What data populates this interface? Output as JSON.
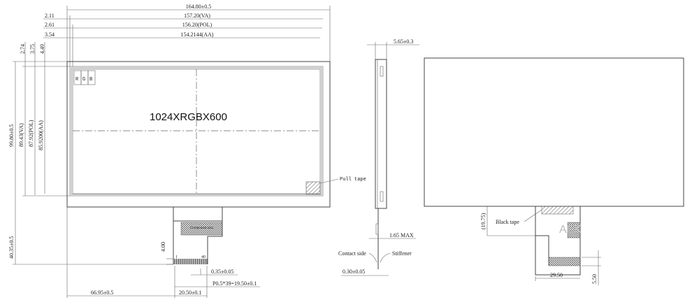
{
  "front_view": {
    "width_dims": [
      "164.80±0.5",
      "157.20(VA)",
      "156.20(POL)",
      "154.2144(AA)"
    ],
    "left_offsets": [
      "2.11",
      "2.61",
      "3.54"
    ],
    "top_offsets": [
      "2.74",
      "3.75",
      "4.49"
    ],
    "height_dims": [
      "99.80±0.5",
      "89.43(VA)",
      "87.92(POL)",
      "85.9200(AA)"
    ],
    "resolution": "1024XRGBX600",
    "subpixels": [
      "R",
      "G",
      "B"
    ],
    "pull_tape": "Pull tape",
    "fpc_length": "40.35±0.5",
    "component_area": "Component area",
    "pin_first": "1",
    "pin_last": "40",
    "dim_4": "4.00",
    "pin_width": "0.35±0.05",
    "pitch": "P0.5*39=19.50±0.1",
    "fpc_offset": "66.95±0.5",
    "fpc_width": "20.50±0.1"
  },
  "side_view": {
    "thickness": "5.65±0.3",
    "fpc_max": "1.65 MAX",
    "contact_side": "Contact side",
    "stiffener": "Stiffener",
    "fpc_thickness": "0.30±0.05"
  },
  "back_view": {
    "bend": "(19.75)",
    "black_tape": "Black tape",
    "stiffener_width": "29.50",
    "stiffener_height": "5.50",
    "watermark": "AEK"
  }
}
